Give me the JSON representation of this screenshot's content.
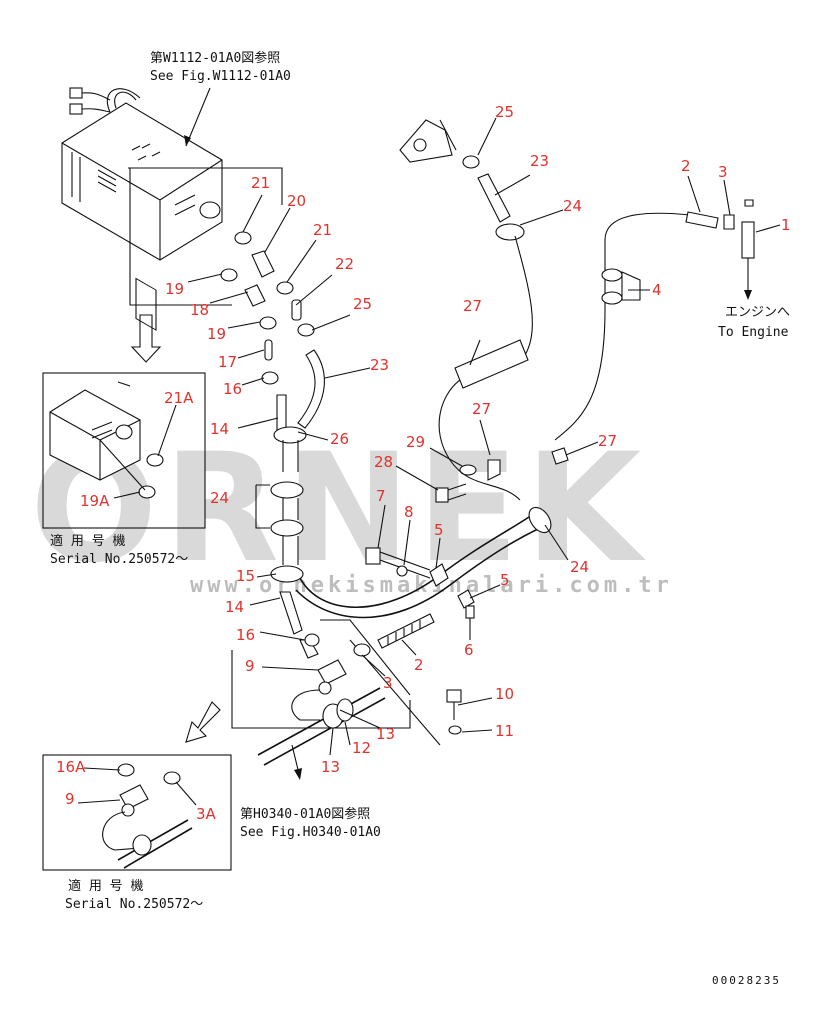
{
  "references": {
    "top_jp": "第W1112-01A0図参照",
    "top_en": "See Fig.W1112-01A0",
    "bottom_jp": "第H0340-01A0図参照",
    "bottom_en": "See Fig.H0340-01A0"
  },
  "engine": {
    "jp": "エンジンへ",
    "en": "To Engine"
  },
  "inset_top": {
    "jp": "適 用 号 機",
    "serial": "Serial No.250572～"
  },
  "inset_bottom": {
    "jp": "適 用 号 機",
    "serial": "Serial No.250572～"
  },
  "watermark": {
    "brand": "ÖRNEK",
    "url": "www.ornekismakinalari.com.tr"
  },
  "drawing_number": "00028235",
  "part_labels": {
    "p25a": "25",
    "p23a": "23",
    "p24a": "24",
    "p2a": "2",
    "p3a": "3",
    "p1": "1",
    "p4": "4",
    "p21a": "21",
    "p20": "20",
    "p21b": "21",
    "p22": "22",
    "p25b": "25",
    "p23b": "23",
    "p19a": "19",
    "p18": "18",
    "p19b": "19",
    "p17": "17",
    "p16a": "16",
    "p14a": "14",
    "p26": "26",
    "p27a": "27",
    "p29": "29",
    "p27b": "27",
    "p28": "28",
    "p24b": "24",
    "p7": "7",
    "p8": "8",
    "p5a": "5",
    "p24c": "24",
    "p15": "15",
    "p5b": "5",
    "p14b": "14",
    "p6": "6",
    "p16b": "16",
    "p9a": "9",
    "p3b": "3",
    "p2b": "2",
    "p10": "10",
    "p11": "11",
    "p13a": "13",
    "p12": "12",
    "p13b": "13",
    "p21A": "21A",
    "p19A": "19A",
    "p16A": "16A",
    "p9b": "9",
    "p3A": "3A"
  }
}
